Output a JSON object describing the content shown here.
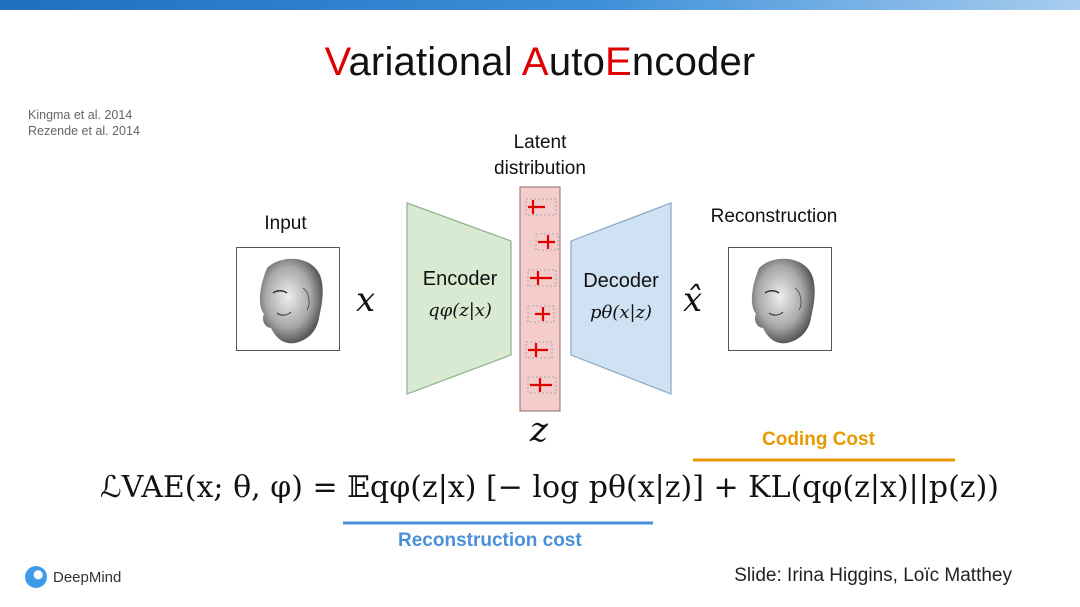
{
  "title": {
    "part1_red": "V",
    "part1": "ariational ",
    "part2_red": "A",
    "part2": "uto",
    "part3_red": "E",
    "part3": "ncoder"
  },
  "references": [
    "Kingma et al. 2014",
    "Rezende et al. 2014"
  ],
  "diagram": {
    "input_label": "Input",
    "input_symbol": "x",
    "encoder": {
      "name": "Encoder",
      "formula": "qφ(z|x)",
      "color": "#d9ead3"
    },
    "latent": {
      "label_line1": "Latent",
      "label_line2": "distribution",
      "symbol": "z",
      "color": "#f4cccc"
    },
    "decoder": {
      "name": "Decoder",
      "formula": "pθ(x|z)",
      "color": "#cfe2f3"
    },
    "output_symbol": "x̂",
    "output_label": "Reconstruction"
  },
  "equation": {
    "text": "ℒVAE(x; θ, φ) = 𝔼qφ(z|x) [− log pθ(x|z)] + KL(qφ(z|x)||p(z))",
    "coding_cost_label": "Coding Cost",
    "coding_cost_color": "#e69a00",
    "reconstruction_cost_label": "Reconstruction cost",
    "reconstruction_cost_color": "#4a90d9"
  },
  "footer": {
    "logo_text": "DeepMind",
    "credit": "Slide: Irina Higgins, Loïc Matthey"
  }
}
